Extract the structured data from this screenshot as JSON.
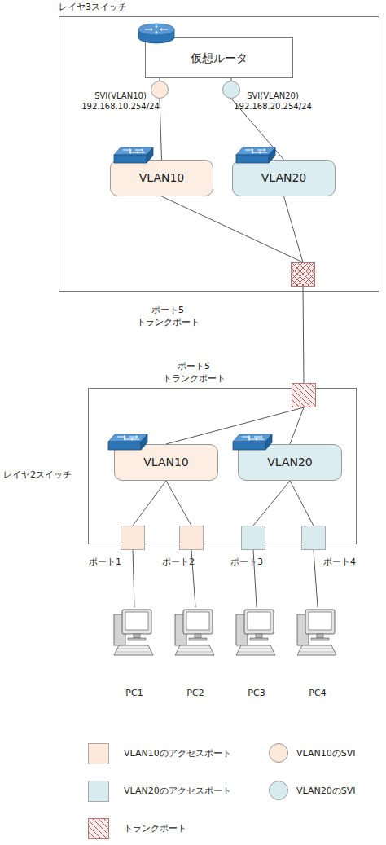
{
  "diagram": {
    "nodes": [
      {
        "text": [
          "レイヤ3スイッチ"
        ]
      },
      {
        "text": [
          "仮想ルータ"
        ],
        "in": 0
      },
      {
        "text": [
          "SVI(VLAN10)",
          "192.168.10.254/24"
        ],
        "in": 0
      },
      {
        "text": [
          "SVI(VLAN20)",
          "192.168.20.254/24"
        ],
        "in": 0
      },
      {
        "text": [
          "VLAN10"
        ],
        "in": 0
      },
      {
        "text": [
          "VLAN20"
        ],
        "in": 0
      },
      {
        "text": [
          "ポート5",
          "トランクポート"
        ],
        "in": 0
      },
      {
        "text": [
          "レイヤ2スイッチ"
        ]
      },
      {
        "text": [
          "ポート5",
          "トランクポート"
        ],
        "in": 7
      },
      {
        "text": [
          "VLAN10"
        ],
        "in": 7
      },
      {
        "text": [
          "VLAN20"
        ],
        "in": 7
      },
      {
        "text": [
          "ポート1"
        ],
        "in": 7
      },
      {
        "text": [
          "ポート2"
        ],
        "in": 7
      },
      {
        "text": [
          "ポート3"
        ],
        "in": 7
      },
      {
        "text": [
          "ポート4"
        ],
        "in": 7
      },
      {
        "text": [
          "PC1"
        ]
      },
      {
        "text": [
          "PC2"
        ]
      },
      {
        "text": [
          "PC3"
        ]
      },
      {
        "text": [
          "PC4"
        ]
      }
    ],
    "edges": [
      {
        "from": 1,
        "to": 2,
        "arrow": "none"
      },
      {
        "from": 1,
        "to": 3,
        "arrow": "none"
      },
      {
        "from": 2,
        "to": 4,
        "arrow": "none"
      },
      {
        "from": 3,
        "to": 5,
        "arrow": "none"
      },
      {
        "from": 4,
        "to": 6,
        "arrow": "none"
      },
      {
        "from": 5,
        "to": 6,
        "arrow": "none"
      },
      {
        "from": 6,
        "to": 8,
        "arrow": "none"
      },
      {
        "from": 8,
        "to": 9,
        "arrow": "none"
      },
      {
        "from": 8,
        "to": 10,
        "arrow": "none"
      },
      {
        "from": 9,
        "to": 11,
        "arrow": "none"
      },
      {
        "from": 9,
        "to": 12,
        "arrow": "none"
      },
      {
        "from": 10,
        "to": 13,
        "arrow": "none"
      },
      {
        "from": 10,
        "to": 14,
        "arrow": "none"
      },
      {
        "from": 11,
        "to": 15,
        "arrow": "none"
      },
      {
        "from": 12,
        "to": 16,
        "arrow": "none"
      },
      {
        "from": 13,
        "to": 17,
        "arrow": "none"
      },
      {
        "from": 14,
        "to": 18,
        "arrow": "none"
      }
    ],
    "legend": [
      {
        "text": "VLAN10のアクセスポート",
        "color": "#fce9dc"
      },
      {
        "text": "VLAN20のアクセスポート",
        "color": "#d8ecf0"
      },
      {
        "text": "トランクポート"
      },
      {
        "text": "VLAN10のSVI",
        "color": "#fce9dc"
      },
      {
        "text": "VLAN20のSVI",
        "color": "#d8ecf0"
      }
    ]
  }
}
